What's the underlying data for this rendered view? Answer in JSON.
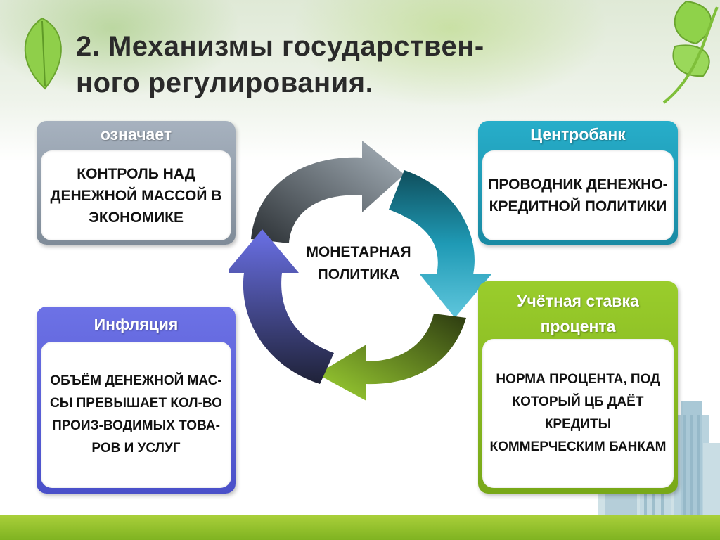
{
  "title": {
    "line1": "2. Механизмы государствен-",
    "line2": "ного регулирования."
  },
  "center": {
    "line1": "МОНЕТАРНАЯ",
    "line2": "ПОЛИТИКА"
  },
  "boxes": {
    "top_left": {
      "header": "означает",
      "body": "КОНТРОЛЬ НАД ДЕНЕЖНОЙ МАССОЙ В ЭКОНОМИКЕ",
      "color": "#8d98a5"
    },
    "top_right": {
      "header": "Центробанк",
      "body": "ПРОВОДНИК ДЕНЕЖНО-КРЕДИТНОЙ ПОЛИТИКИ",
      "color": "#23a3bf"
    },
    "bottom_left": {
      "header": "Инфляция",
      "body": "ОБЪЁМ ДЕНЕЖНОЙ МАС-СЫ ПРЕВЫШАЕТ КОЛ-ВО ПРОИЗ-ВОДИМЫХ ТОВА-РОВ И УСЛУГ",
      "color": "#5a60d6"
    },
    "bottom_right": {
      "header_line1": "Учётная ставка",
      "header_line2": "процента",
      "body": "НОРМА ПРОЦЕНТА, ПОД КОТОРЫЙ ЦБ ДАЁТ КРЕДИТЫ КОММЕРЧЕСКИМ БАНКАМ",
      "color": "#8cc026"
    }
  },
  "cycle_arrows": [
    {
      "name": "gray-arrow",
      "color": "#8a96a0"
    },
    {
      "name": "teal-arrow",
      "color": "#1f9ab5"
    },
    {
      "name": "green-arrow",
      "color": "#8dbf23"
    },
    {
      "name": "blue-arrow",
      "color": "#5a60d6"
    }
  ]
}
